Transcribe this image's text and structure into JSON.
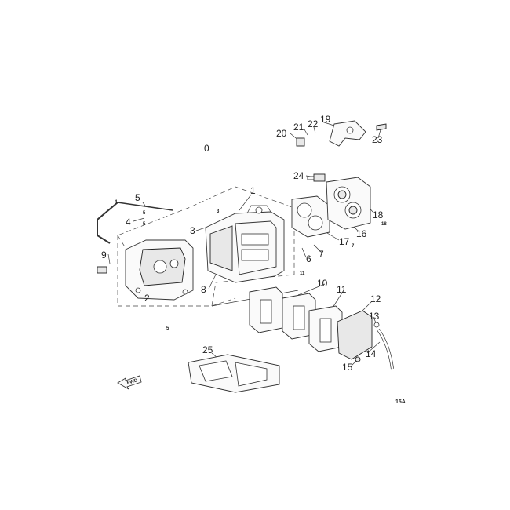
{
  "diagram": {
    "callouts": [
      {
        "id": "c0",
        "text": "0"
      },
      {
        "id": "c1",
        "text": "1"
      },
      {
        "id": "c2",
        "text": "2"
      },
      {
        "id": "c3",
        "text": "3"
      },
      {
        "id": "c4",
        "text": "4"
      },
      {
        "id": "c5",
        "text": "5"
      },
      {
        "id": "c6",
        "text": "6"
      },
      {
        "id": "c7",
        "text": "7"
      },
      {
        "id": "c8",
        "text": "8"
      },
      {
        "id": "c9",
        "text": "9"
      },
      {
        "id": "c10",
        "text": "10"
      },
      {
        "id": "c11",
        "text": "11"
      },
      {
        "id": "c12",
        "text": "12"
      },
      {
        "id": "c13",
        "text": "13"
      },
      {
        "id": "c14",
        "text": "14"
      },
      {
        "id": "c15",
        "text": "15"
      },
      {
        "id": "c16",
        "text": "16"
      },
      {
        "id": "c17",
        "text": "17"
      },
      {
        "id": "c18",
        "text": "18"
      },
      {
        "id": "c19",
        "text": "19"
      },
      {
        "id": "c20",
        "text": "20"
      },
      {
        "id": "c21",
        "text": "21"
      },
      {
        "id": "c22",
        "text": "22"
      },
      {
        "id": "c23",
        "text": "23"
      },
      {
        "id": "c24",
        "text": "24"
      },
      {
        "id": "c25",
        "text": "25"
      }
    ],
    "small_labels": [
      {
        "id": "s4",
        "text": "4"
      },
      {
        "id": "s5a",
        "text": "5"
      },
      {
        "id": "s5b",
        "text": "5"
      },
      {
        "id": "s3",
        "text": "3"
      },
      {
        "id": "s11",
        "text": "11"
      },
      {
        "id": "s18",
        "text": "18"
      },
      {
        "id": "s7",
        "text": "7"
      },
      {
        "id": "s5c",
        "text": "5"
      }
    ],
    "fwd_label": "FWD",
    "page_code": "15A"
  }
}
